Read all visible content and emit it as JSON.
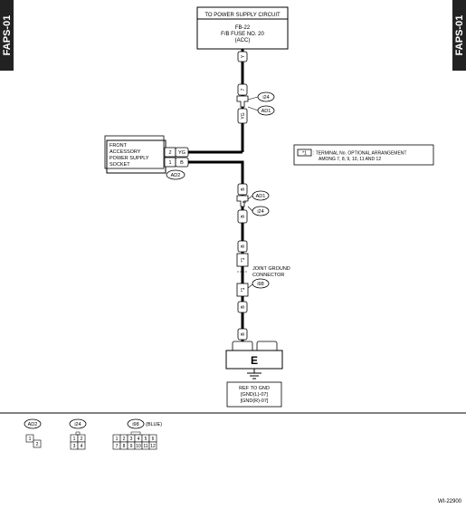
{
  "side_tabs": {
    "left": "FAPS-01",
    "right": "FAPS-01"
  },
  "power_box": {
    "title": "TO POWER SUPPLY CIRCUIT",
    "line1": "FB-22",
    "line2": "F/B FUSE NO. 20",
    "line3": "(ACC)"
  },
  "wires": {
    "top_color": "Y",
    "i24_upper_pin": "7",
    "i24_upper_color": "YG",
    "i24_lower_pin": "8",
    "i24_lower_color": "B",
    "ground_top_color": "B",
    "ground_pin_upper": "*1",
    "ground_pin_lower": "*1",
    "ground_bottom_color": "B",
    "ground_wire_color": "B"
  },
  "connectors": {
    "i24": "i24",
    "ad1": "AD1",
    "ad2": "AD2",
    "i98": "i98",
    "i98_note": "(BLUE)"
  },
  "socket": {
    "line1": "FRONT",
    "line2": "ACCESSORY",
    "line3": "POWER SUPPLY",
    "line4": "SOCKET",
    "pin_a": "2",
    "pin_a_color": "YG",
    "pin_b": "1",
    "pin_b_color": "B"
  },
  "note": {
    "marker": "*1",
    "line1": ": TERMINAL No. OPTIONAL ARRANGEMENT",
    "line2": "AMONG 7, 8, 9, 10, 11 AND 12"
  },
  "joint_label": {
    "line1": "JOINT GROUND",
    "line2": "CONNECTOR"
  },
  "ground": {
    "symbol": "E"
  },
  "ref_box": {
    "line1": "REF TO GND",
    "line2": "[GND(L)-07]",
    "line3": "[GND(R)-07]"
  },
  "legend": {
    "ad2_pins": [
      "1",
      "2"
    ],
    "i24_pins": [
      "1",
      "2",
      "3",
      "4"
    ],
    "i98_pins": [
      "1",
      "2",
      "3",
      "4",
      "5",
      "6",
      "7",
      "8",
      "9",
      "10",
      "11",
      "12"
    ]
  },
  "figure_id": "WI-22900"
}
